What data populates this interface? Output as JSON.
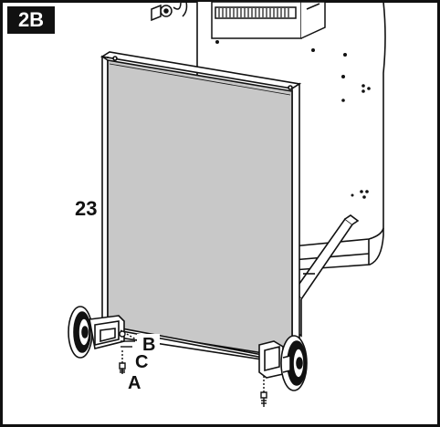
{
  "step_label": "2B",
  "callouts": {
    "panel": "23",
    "b": "B",
    "c": "C",
    "a": "A"
  },
  "colors": {
    "panel_fill": "#c8c8c8",
    "frame_border": "#111111",
    "line": "#111111",
    "background": "#ffffff"
  },
  "parts": {
    "panel": "panel-23",
    "hardware": [
      "screw-b",
      "washer-c",
      "bolt-a"
    ]
  }
}
